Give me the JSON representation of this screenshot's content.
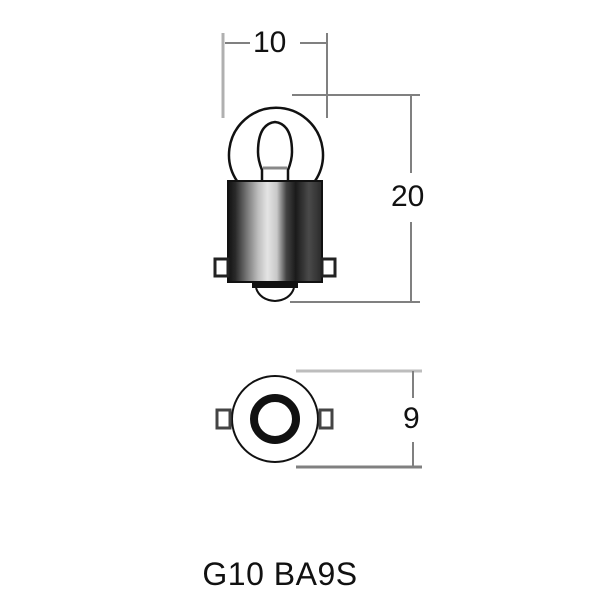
{
  "diagram": {
    "title": "G10 BA9S",
    "dimensions": {
      "width": "10",
      "height": "20",
      "base_diameter": "9"
    },
    "colors": {
      "line": "#808080",
      "outline": "#111111",
      "base_dark": "#1a1a1a",
      "base_light": "#e0e0e0"
    },
    "views": [
      {
        "name": "side-view",
        "description": "Bulb side elevation with glass envelope, filament and bayonet base"
      },
      {
        "name": "bottom-view",
        "description": "Base end view with contact ring and two bayonet pins"
      }
    ]
  }
}
